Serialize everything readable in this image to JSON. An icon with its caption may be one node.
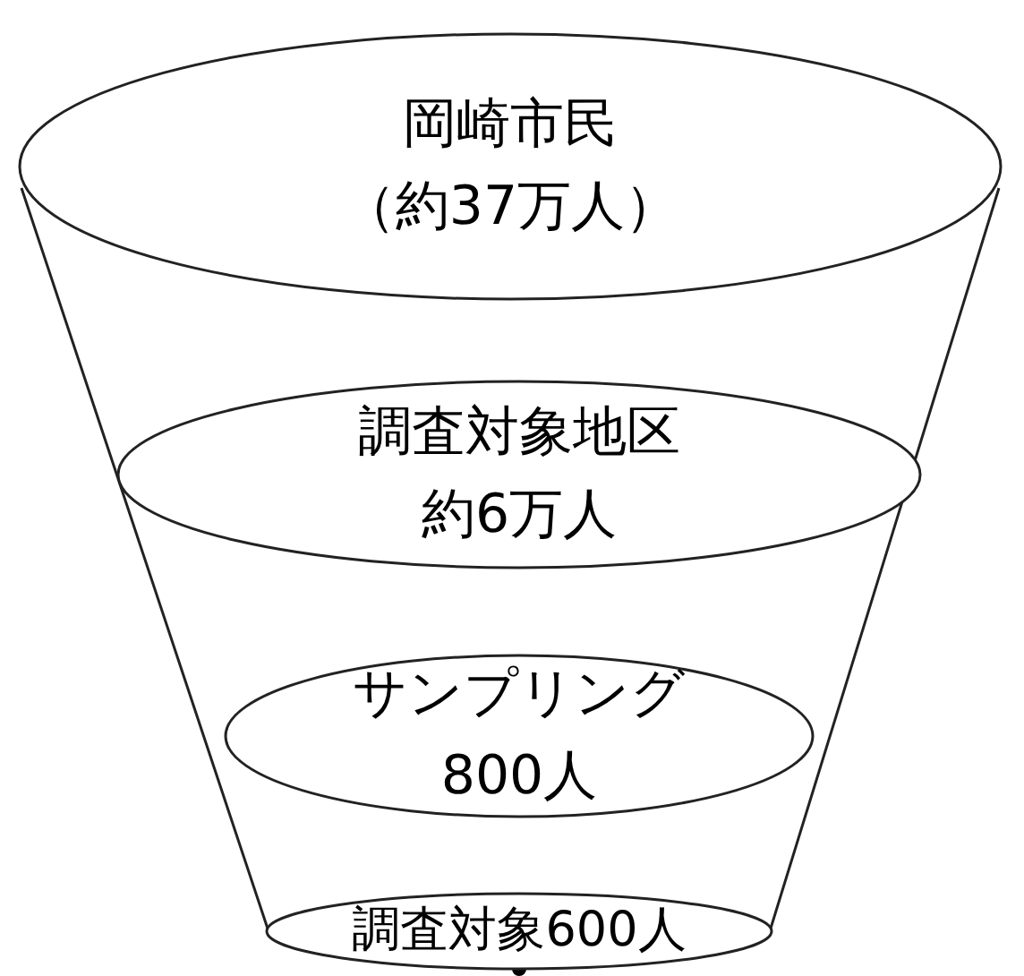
{
  "diagram": {
    "nodes": [
      {
        "text": [
          "岡崎市民",
          "（約37万人）"
        ]
      },
      {
        "text": [
          "調査対象地区",
          "約6万人"
        ]
      },
      {
        "text": [
          "サンプリング",
          "800人"
        ]
      },
      {
        "text": [
          "調査対象600人"
        ]
      }
    ],
    "edges": []
  }
}
